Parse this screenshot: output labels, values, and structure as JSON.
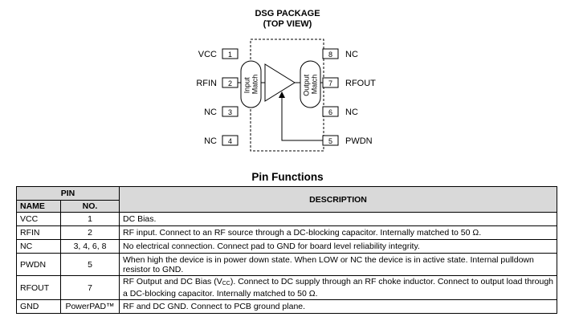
{
  "package": {
    "title_line1": "DSG PACKAGE",
    "title_line2": "(TOP VIEW)",
    "left_pins": [
      {
        "name": "VCC",
        "num": "1"
      },
      {
        "name": "RFIN",
        "num": "2"
      },
      {
        "name": "NC",
        "num": "3"
      },
      {
        "name": "NC",
        "num": "4"
      }
    ],
    "right_pins": [
      {
        "name": "NC",
        "num": "8"
      },
      {
        "name": "RFOUT",
        "num": "7"
      },
      {
        "name": "NC",
        "num": "6"
      },
      {
        "name": "PWDN",
        "num": "5"
      }
    ],
    "input_match_line1": "Input",
    "input_match_line2": "Match",
    "output_match_line1": "Output",
    "output_match_line2": "Match"
  },
  "pin_functions": {
    "title": "Pin Functions",
    "header": {
      "pin": "PIN",
      "name": "NAME",
      "no": "NO.",
      "description": "DESCRIPTION"
    },
    "rows": [
      {
        "name": "VCC",
        "no": "1",
        "desc": "DC Bias."
      },
      {
        "name": "RFIN",
        "no": "2",
        "desc": "RF input. Connect to an RF source through a DC-blocking capacitor. Internally matched to 50 Ω."
      },
      {
        "name": "NC",
        "no": "3, 4, 6, 8",
        "desc": "No electrical connection. Connect pad to GND for board level reliability integrity."
      },
      {
        "name": "PWDN",
        "no": "5",
        "desc": "When high the device is in power down state. When LOW or NC the device is in active state. Internal pulldown resistor to GND."
      },
      {
        "name": "RFOUT",
        "no": "7",
        "desc_prefix": "RF Output and DC Bias (V",
        "desc_sub": "CC",
        "desc_suffix": "). Connect to DC supply through an RF choke inductor. Connect to output load through a DC-blocking capacitor. Internally matched to 50 Ω."
      },
      {
        "name": "GND",
        "no": "PowerPAD™",
        "desc": "RF and DC GND. Connect to PCB ground plane."
      }
    ]
  }
}
